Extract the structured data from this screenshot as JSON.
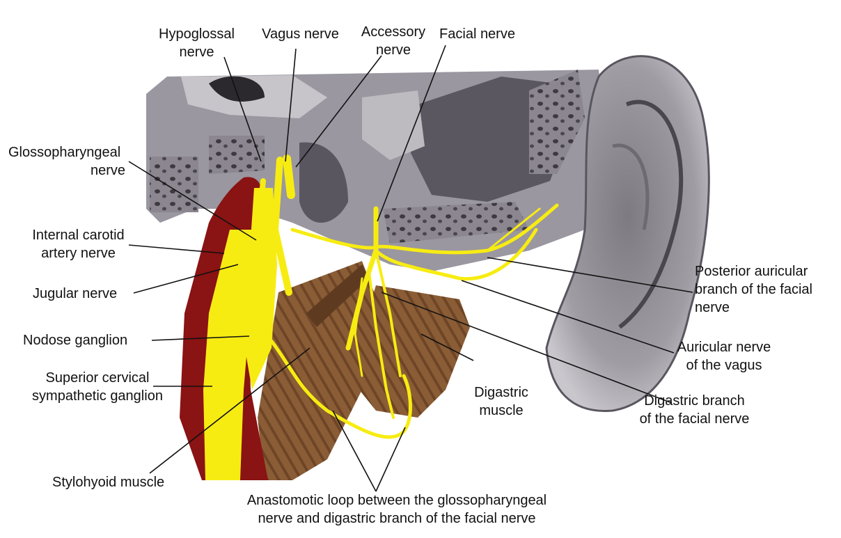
{
  "labels": {
    "hypoglossal": [
      "Hypoglossal",
      "nerve"
    ],
    "vagus": [
      "Vagus nerve"
    ],
    "accessory": [
      "Accessory",
      "nerve"
    ],
    "facial": [
      "Facial nerve"
    ],
    "glossopharyngeal": [
      "Glossopharyngeal",
      "nerve"
    ],
    "internal_carotid": [
      "Internal carotid",
      "artery nerve"
    ],
    "jugular": [
      "Jugular nerve"
    ],
    "nodose": [
      "Nodose ganglion"
    ],
    "superior_cervical": [
      "Superior cervical",
      "sympathetic ganglion"
    ],
    "stylohyoid": [
      "Stylohyoid muscle"
    ],
    "anastomotic": [
      "Anastomotic loop between the glossopharyngeal",
      "nerve and digastric branch of the facial nerve"
    ],
    "digastric_muscle": [
      "Digastric",
      "muscle"
    ],
    "digastric_branch": [
      "Digastric branch",
      "of the facial nerve"
    ],
    "auricular_vagus": [
      "Auricular nerve",
      "of the vagus"
    ],
    "posterior_auricular": [
      "Posterior auricular",
      "branch of the facial",
      "nerve"
    ]
  },
  "colors": {
    "nerve": "#f7ec12",
    "artery": "#8a1313",
    "muscle": "#7a5230",
    "bone": "#8f8c94",
    "leader": "#111111"
  }
}
